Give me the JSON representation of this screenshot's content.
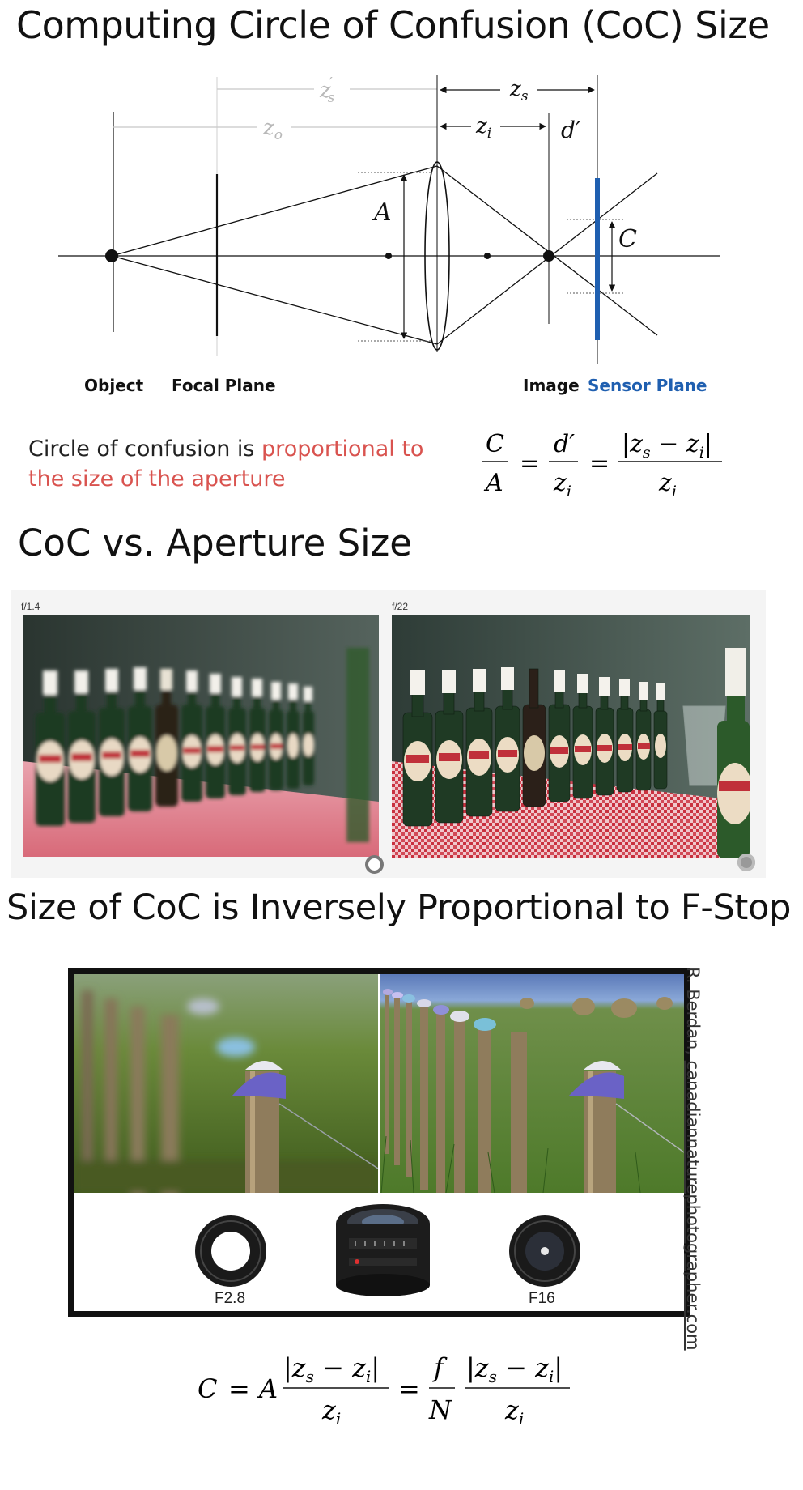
{
  "titles": {
    "coc_size": "Computing Circle of Confusion (CoC) Size",
    "coc_vs_aperture": "CoC vs. Aperture Size",
    "inverse_fstop": "Size of CoC is Inversely Proportional to F-Stop"
  },
  "diagram": {
    "labels": {
      "object": "Object",
      "focal_plane": "Focal Plane",
      "image": "Image",
      "sensor_plane": "Sensor Plane"
    },
    "symbols": {
      "zs_prime": "z′s",
      "zo": "zo",
      "zs": "zs",
      "zi": "zi",
      "d_prime": "d′",
      "A": "A",
      "C": "C"
    },
    "colors": {
      "sensor": "#1f5fb0",
      "faded": "#b8b8b8",
      "line": "#111111"
    }
  },
  "note": {
    "prefix": "Circle of confusion is ",
    "accent": "proportional to the size of the aperture",
    "accent_color": "#d9534f"
  },
  "formulas": {
    "ratio": "C/A = d′/zi = |zs − zi|/zi",
    "coc": "C = A |zs − zi|/zi = f/N |zs − zi|/zi"
  },
  "aperture_photos": {
    "left_tag": "f/1.4",
    "right_tag": "f/22"
  },
  "fence_panel": {
    "lens_left": "F2.8",
    "lens_right": "F16",
    "credit_prefix": "R. Berdan, ",
    "credit_link": "canadiannaturephotographer.com"
  }
}
